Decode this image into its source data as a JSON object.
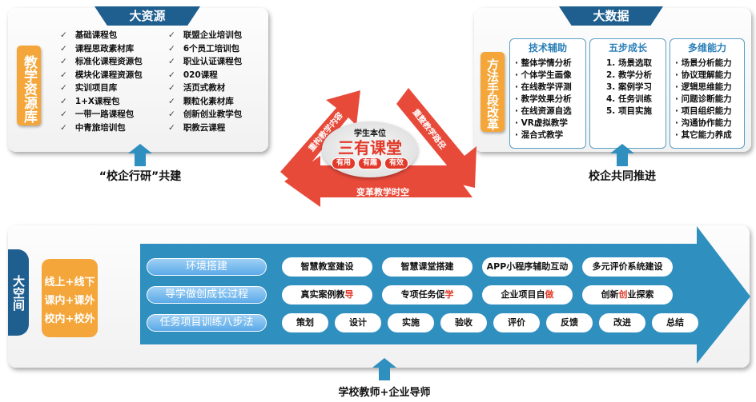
{
  "resources": {
    "title": "大资源",
    "side_label": "教学资源库",
    "check": "✓",
    "left": [
      "基础课程包",
      "课程思政素材库",
      "标准化课程资源包",
      "模块化课程资源包",
      "实训项目库",
      "1+X课程包",
      "一带一路课程包",
      "中青旅培训包"
    ],
    "right": [
      "联盟企业培训包",
      "6个员工培训包",
      "职业认证课程包",
      "020课程",
      "活页式教材",
      "颗粒化素材库",
      "创新创业教学包",
      "职教云课程"
    ],
    "caption": "“校企行研”共建"
  },
  "bigdata": {
    "title": "大数据",
    "side_label": "方法手段改革",
    "boxes": [
      {
        "title": "技术辅助",
        "items": [
          "· 整体学情分析",
          "· 个体学生画像",
          "· 在线教学评测",
          "· 教学效果分析",
          "· 在线资源自选",
          "· VR虚拟教学",
          "· 混合式教学"
        ]
      },
      {
        "title": "五步成长",
        "items": [
          "1. 场景选取",
          "2. 教学分析",
          "3. 案例学习",
          "4. 任务训练",
          "5. 项目实施"
        ]
      },
      {
        "title": "多维能力",
        "items": [
          "· 场景分析能力",
          "· 协议理解能力",
          "· 逻辑思维能力",
          "· 问题诊断能力",
          "· 项目组织能力",
          "· 沟通协作能力",
          "· 其它能力养成"
        ]
      }
    ],
    "caption": "校企共同推进"
  },
  "center": {
    "subtitle": "学生本位",
    "title": "三有课堂",
    "tags": [
      "有用",
      "有趣",
      "有效"
    ],
    "arrows": [
      "重构教学内容",
      "重整教学路径",
      "变革教学时空"
    ]
  },
  "space": {
    "side_label": "大空间",
    "modes": [
      "线上+线下",
      "课内+课外",
      "校内+校外"
    ],
    "rows": [
      {
        "label": "环境搭建",
        "pills": [
          [
            "智慧教室建设",
            "",
            ""
          ],
          [
            "智慧课堂搭建",
            "",
            ""
          ],
          [
            "APP小程序辅助互动",
            "",
            ""
          ],
          [
            "多元评价系统建设",
            "",
            ""
          ]
        ]
      },
      {
        "label": "导学做创成长过程",
        "pills": [
          [
            "真实案例教",
            "导",
            ""
          ],
          [
            "专项任务促",
            "学",
            ""
          ],
          [
            "企业项目自",
            "做",
            ""
          ],
          [
            "创新",
            "创",
            "业探索"
          ]
        ]
      },
      {
        "label": "任务项目训练八步法",
        "steps": [
          "策划",
          "设计",
          "实施",
          "验收",
          "评价",
          "反馈",
          "改进",
          "总结"
        ]
      }
    ],
    "caption": "学校教师+企业导师"
  },
  "colors": {
    "blue": "#1f5f8f",
    "orange": "#f4a63a",
    "red": "#e23a2a",
    "arrow": "#2f8fbf"
  }
}
